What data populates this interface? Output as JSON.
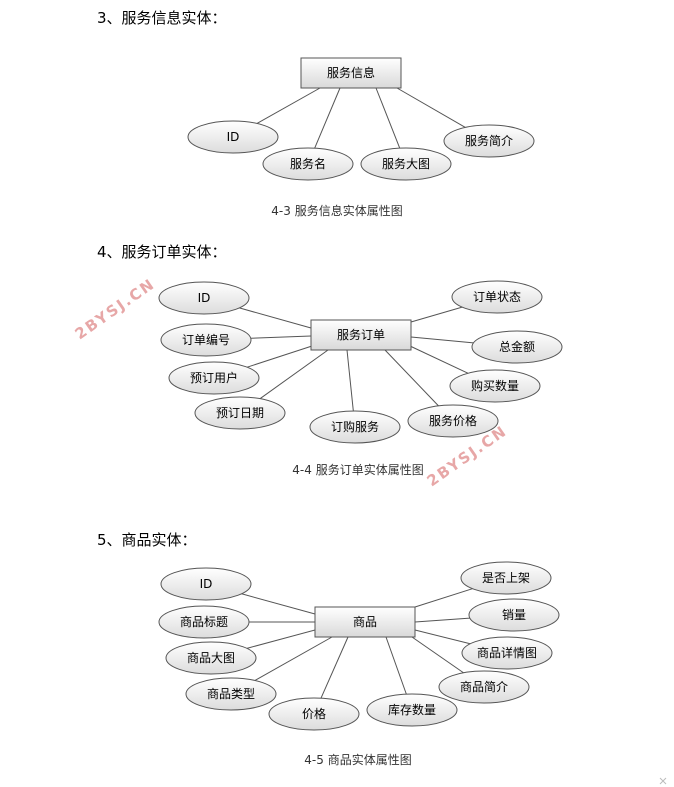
{
  "sections": [
    {
      "heading": "3、服务信息实体：",
      "caption": "4-3 服务信息实体属性图",
      "entity": "服务信息",
      "attributes": [
        "ID",
        "服务名",
        "服务大图",
        "服务简介"
      ]
    },
    {
      "heading": "4、服务订单实体：",
      "caption": "4-4 服务订单实体属性图",
      "entity": "服务订单",
      "attributes": [
        "ID",
        "订单编号",
        "预订用户",
        "预订日期",
        "订购服务",
        "服务价格",
        "购买数量",
        "总金额",
        "订单状态"
      ]
    },
    {
      "heading": "5、商品实体：",
      "caption": "4-5 商品实体属性图",
      "entity": "商品",
      "attributes": [
        "ID",
        "商品标题",
        "商品大图",
        "商品类型",
        "价格",
        "库存数量",
        "商品简介",
        "商品详情图",
        "销量",
        "是否上架"
      ]
    }
  ],
  "watermarks": [
    "2BYSJ.CN",
    "2BYSJ.CN"
  ]
}
